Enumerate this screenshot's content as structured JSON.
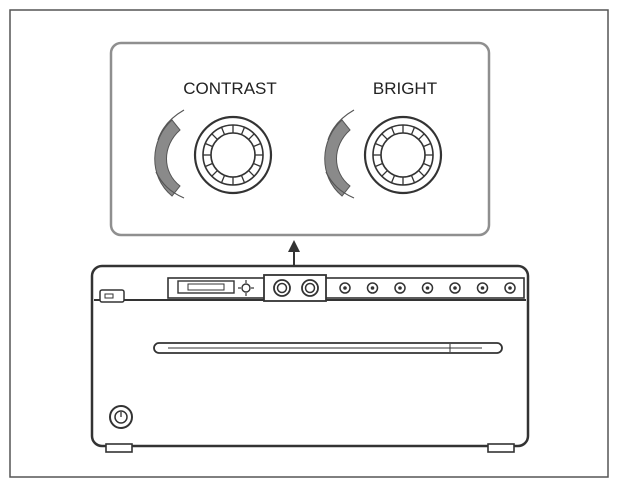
{
  "callout": {
    "contrast_label": "CONTRAST",
    "bright_label": "BRIGHT"
  },
  "printer": {
    "front_buttons": [
      "tune-button",
      "copy-button",
      "menu-button",
      "left-button",
      "right-button",
      "execute-button",
      "print-button"
    ]
  },
  "colors": {
    "line": "#333333",
    "panel_stroke": "#888888",
    "frame_stroke": "#555555",
    "shade": "#8a8a8a"
  }
}
